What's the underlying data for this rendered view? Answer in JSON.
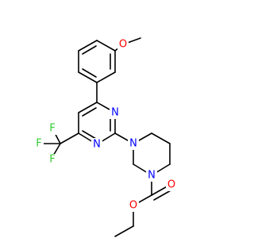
{
  "structure": {
    "colors": {
      "bond": "#000000",
      "oxygen": "#ff0000",
      "nitrogen": "#0000ff",
      "fluorine": "#33cc33",
      "background": "#ffffff"
    },
    "atoms": {
      "methoxy_o": "O",
      "f1": "F",
      "f2": "F",
      "f3": "F",
      "pyrimidine_n1": "N",
      "pyrimidine_n3": "N",
      "piperazine_n1": "N",
      "piperazine_n4": "N",
      "carbonyl_o": "O",
      "ester_o": "O"
    }
  }
}
